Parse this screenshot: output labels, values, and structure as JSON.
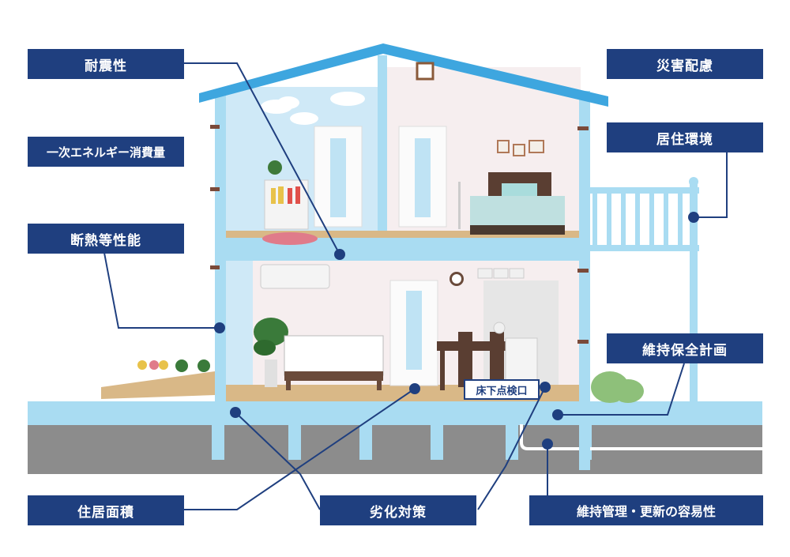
{
  "labels": {
    "taishin": "耐震性",
    "energy": "一次エネルギー消費量",
    "dannetsu": "断熱等性能",
    "jukyo_menseki": "住居面積",
    "saigai": "災害配慮",
    "kyoju_kankyo": "居住環境",
    "iji_keikaku": "維持保全計画",
    "rekka": "劣化対策",
    "iji_kanri": "維持管理・更新の容易性"
  },
  "inspection_hatch": "床下点検口",
  "colors": {
    "label_bg": "#1f3f7f",
    "label_text": "#ffffff",
    "structure": "#a9dcf2",
    "roof": "#3ea6df",
    "ground": "#8c8c8c",
    "floor": "#d9b887",
    "leader_line": "#1f3f7f"
  }
}
